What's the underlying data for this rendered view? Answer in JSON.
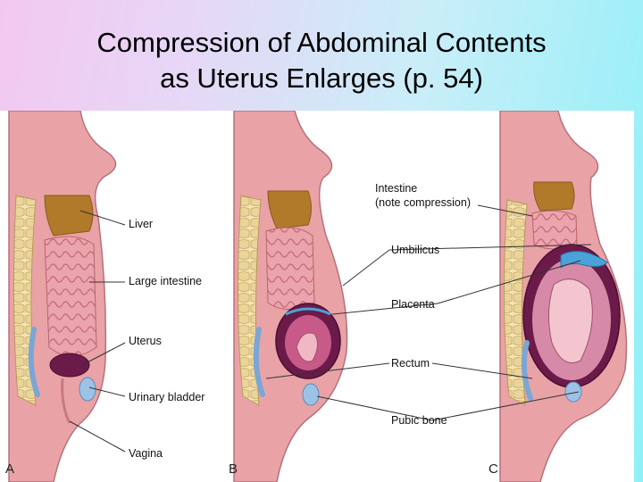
{
  "title": {
    "line1": "Compression of Abdominal Contents",
    "line2": "as Uterus Enlarges (p. 54)"
  },
  "labels": {
    "liver": "Liver",
    "large_intestine": "Large intestine",
    "uterus": "Uterus",
    "urinary_bladder": "Urinary bladder",
    "vagina": "Vagina",
    "intestine_line1": "Intestine",
    "intestine_line2": "(note compression)",
    "umbilicus": "Umbilicus",
    "placenta": "Placenta",
    "rectum": "Rectum",
    "pubic_bone": "Pubic bone"
  },
  "panels": {
    "a": "A",
    "b": "B",
    "c": "C"
  },
  "colors": {
    "skin": "#e9a2a6",
    "skin_dark": "#c77a80",
    "liver": "#b07a2a",
    "intestine": "#e69aa3",
    "uterus": "#6b1a4a",
    "placenta": "#4aa3d8",
    "spine": "#f3e3b5",
    "bladder": "#9cc3e6"
  }
}
